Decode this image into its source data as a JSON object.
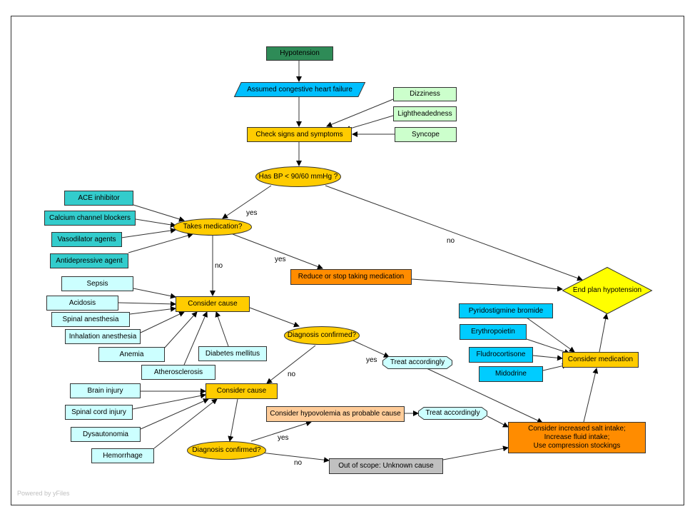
{
  "colors": {
    "start": "#2e8b57",
    "input": "#00bfff",
    "symptom": "#ccffcc",
    "process": "#ffcc00",
    "decision": "#ffcc00",
    "action": "#ff8c00",
    "medication": "#33cccc",
    "cause": "#ccffff",
    "treatment": "#00ccff",
    "hypovolemia": "#ffcc99",
    "scope": "#c0c0c0",
    "end": "#ffff00",
    "treat": "#ccffff"
  },
  "nodes": {
    "hypotension": "Hypotension",
    "assumed_chf": "Assumed congestive heart failure",
    "dizziness": "Dizziness",
    "lightheadedness": "Lightheadedness",
    "syncope": "Syncope",
    "check_signs": "Check signs and symptoms",
    "has_bp": "Has BP < 90/60 mmHg ?",
    "ace_inhibitor": "ACE inhibitor",
    "calcium_channel": "Calcium channel blockers",
    "vasodilator": "Vasodilator agents",
    "antidepressive": "Antidepressive agent",
    "takes_medication": "Takes medication?",
    "reduce_stop": "Reduce or stop taking medication",
    "end_plan": "End plan hypotension",
    "sepsis": "Sepsis",
    "acidosis": "Acidosis",
    "spinal_anesthesia": "Spinal anesthesia",
    "inhalation_anesthesia": "Inhalation anesthesia",
    "anemia": "Anemia",
    "atherosclerosis": "Atherosclerosis",
    "diabetes": "Diabetes mellitus",
    "consider_cause_1": "Consider cause",
    "diagnosis_confirmed_1": "Diagnosis confirmed?",
    "treat_accordingly_1": "Treat accordingly",
    "pyridostigmine": "Pyridostigmine bromide",
    "erythropoietin": "Erythropoietin",
    "fludrocortisone": "Fludrocortisone",
    "midodrine": "Midodrine",
    "consider_medication": "Consider medication",
    "brain_injury": "Brain injury",
    "spinal_cord_injury": "Spinal cord injury",
    "dysautonomia": "Dysautonomia",
    "hemorrhage": "Hemorrhage",
    "consider_cause_2": "Consider cause",
    "consider_hypovolemia": "Consider hypovolemia as probable cause",
    "treat_accordingly_2": "Treat accordingly",
    "consider_salt_1": "Consider increased salt intake;",
    "consider_salt_2": "Increase fluid intake;",
    "consider_salt_3": "Use compression stockings",
    "diagnosis_confirmed_2": "Diagnosis confirmed?",
    "out_of_scope": "Out of scope: Unknown cause"
  },
  "edge_labels": {
    "yes": "yes",
    "no": "no"
  },
  "footer": "Powered by yFiles"
}
